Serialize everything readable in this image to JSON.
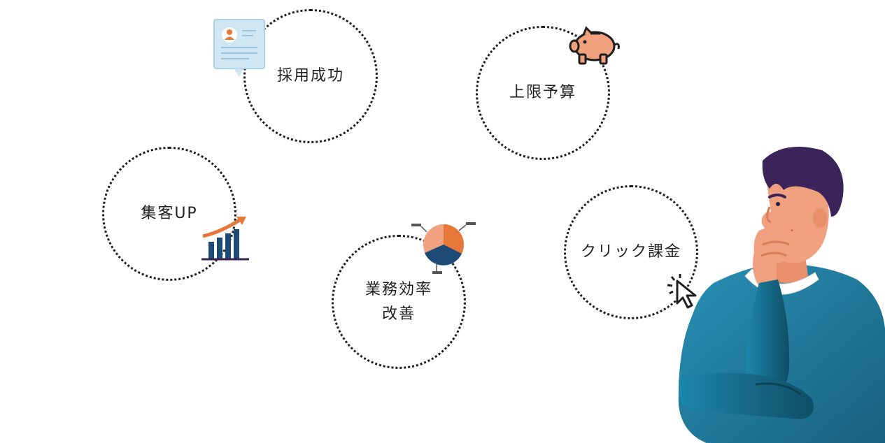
{
  "topics": {
    "recruit": "採用成功",
    "budget": "上限予算",
    "attract": "集客UP",
    "efficiency": "業務効率\n改善",
    "cpc": "クリック課金"
  },
  "colors": {
    "orange": "#E8773A",
    "navy": "#1D4B75",
    "teal": "#1F7FA3",
    "skin": "#F0A07E",
    "hair": "#3A245A"
  }
}
